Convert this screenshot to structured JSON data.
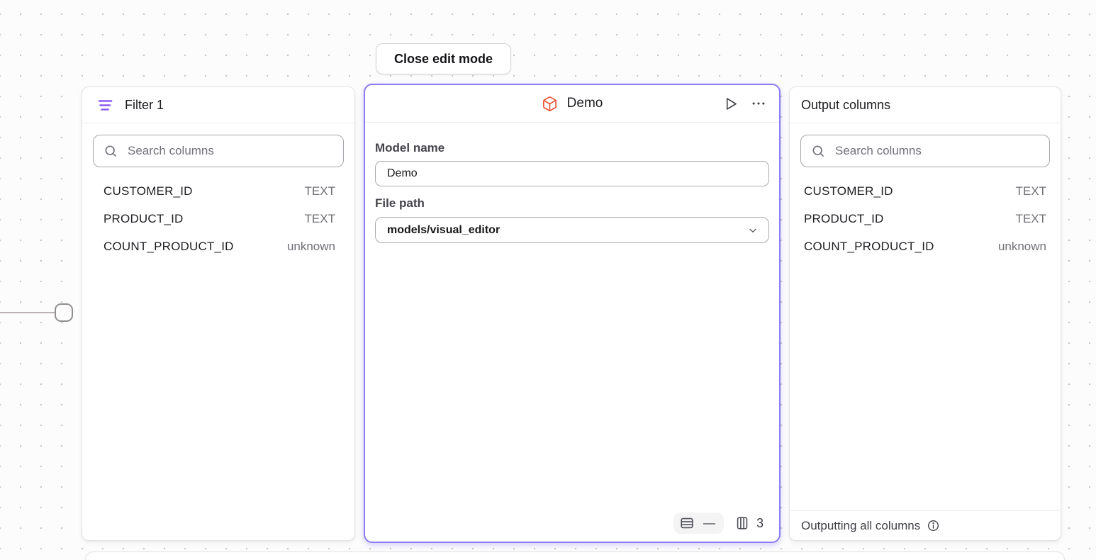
{
  "colors": {
    "accent_purple": "#8b7cf6",
    "filter_icon_purple": "#8b5cf6",
    "model_icon_orange": "#ea4f30",
    "muted_text": "#71717a"
  },
  "close_button": {
    "label": "Close edit mode"
  },
  "filter_panel": {
    "title": "Filter 1",
    "search_placeholder": "Search columns",
    "columns": [
      {
        "name": "CUSTOMER_ID",
        "type": "TEXT"
      },
      {
        "name": "PRODUCT_ID",
        "type": "TEXT"
      },
      {
        "name": "COUNT_PRODUCT_ID",
        "type": "unknown"
      }
    ]
  },
  "model_panel": {
    "title": "Demo",
    "model_name_label": "Model name",
    "model_name_value": "Demo",
    "file_path_label": "File path",
    "file_path_value": "models/visual_editor",
    "row_count": "—",
    "column_count": "3"
  },
  "output_panel": {
    "title": "Output columns",
    "search_placeholder": "Search columns",
    "columns": [
      {
        "name": "CUSTOMER_ID",
        "type": "TEXT"
      },
      {
        "name": "PRODUCT_ID",
        "type": "TEXT"
      },
      {
        "name": "COUNT_PRODUCT_ID",
        "type": "unknown"
      }
    ],
    "footer_text": "Outputting all columns"
  },
  "icons": [
    "filter-icon",
    "search-icon",
    "model-cube-icon",
    "play-icon",
    "ellipsis-icon",
    "rows-icon",
    "columns-icon",
    "chevron-down-icon",
    "info-icon"
  ]
}
